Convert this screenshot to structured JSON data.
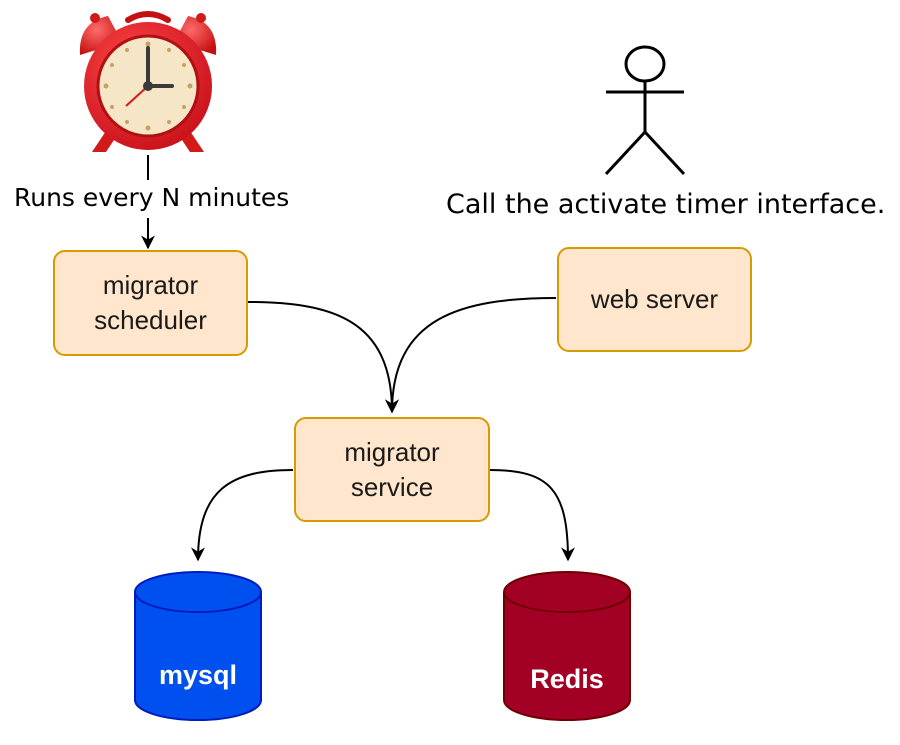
{
  "captions": {
    "timer": "Runs every N minutes",
    "user": "Call the activate timer interface."
  },
  "nodes": {
    "scheduler": {
      "line1": "migrator",
      "line2": "scheduler"
    },
    "web_server": {
      "label": "web server"
    },
    "service": {
      "line1": "migrator",
      "line2": "service"
    }
  },
  "databases": {
    "mysql": {
      "label": "mysql",
      "color": "#0050ef",
      "stroke": "#001dbc"
    },
    "redis": {
      "label": "Redis",
      "color": "#a20025",
      "stroke": "#6f0000"
    }
  },
  "icons": {
    "clock": "alarm-clock-icon",
    "user": "stick-figure-user-icon"
  },
  "colors": {
    "box_fill": "#ffe6cc",
    "box_stroke": "#d79b00",
    "clock_red": "#e51c23"
  }
}
